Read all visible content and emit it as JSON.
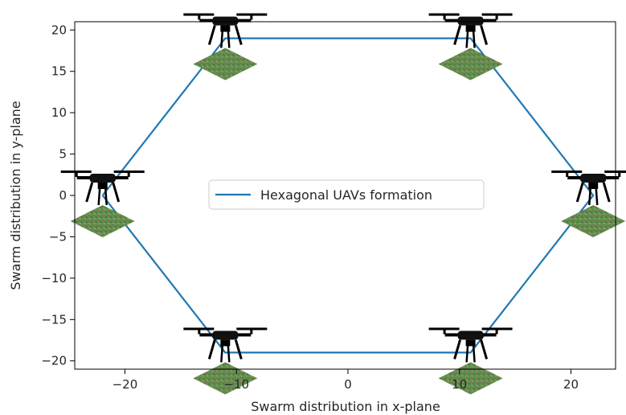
{
  "chart_data": {
    "type": "line",
    "xlabel": "Swarm distribution in x-plane",
    "ylabel": "Swarm distribution in y-plane",
    "xlim": [
      -24.5,
      24
    ],
    "ylim": [
      -21,
      21
    ],
    "xticks": [
      -20,
      -10,
      0,
      10,
      20
    ],
    "yticks": [
      -20,
      -15,
      -10,
      -5,
      0,
      5,
      10,
      15,
      20
    ],
    "legend_position": "center",
    "grid": false,
    "series": [
      {
        "name": "Hexagonal UAVs formation",
        "color": "#1f77b4",
        "x": [
          -22,
          -11,
          11,
          22,
          11,
          -11,
          -22
        ],
        "y": [
          0,
          19,
          19,
          0,
          -19,
          -19,
          0
        ]
      }
    ],
    "markers": {
      "icon": "quadcopter-drone-with-grass-tile",
      "x": [
        -22,
        -11,
        11,
        22,
        11,
        -11
      ],
      "y": [
        0,
        19,
        19,
        0,
        -19,
        -19
      ]
    }
  }
}
